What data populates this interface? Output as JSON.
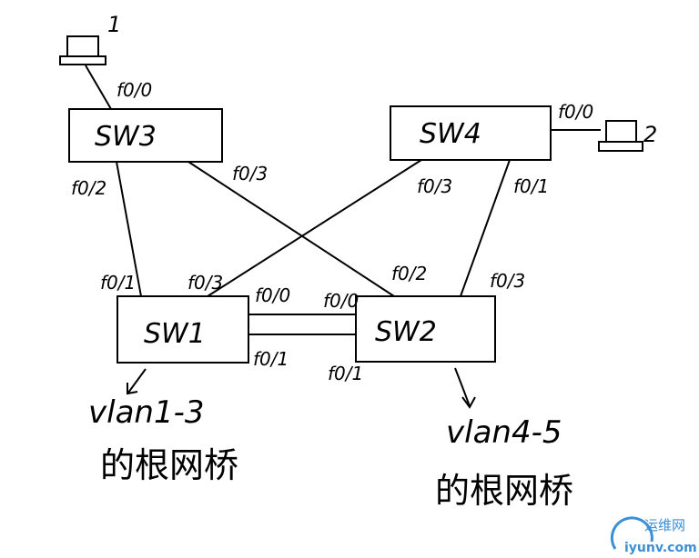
{
  "switches": {
    "sw3": "SW3",
    "sw4": "SW4",
    "sw1": "SW1",
    "sw2": "SW2"
  },
  "hosts": {
    "h1": "1",
    "h2": "2"
  },
  "ports": {
    "sw3_host": "f0/0",
    "sw3_sw1": "f0/2",
    "sw3_sw2": "f0/3",
    "sw4_host": "f0/0",
    "sw4_sw1": "f0/3",
    "sw4_sw2": "f0/1",
    "sw1_sw3": "f0/1",
    "sw1_sw4": "f0/3",
    "sw1_top": "f0/0",
    "sw1_bot": "f0/1",
    "sw2_top": "f0/0",
    "sw2_bot": "f0/1",
    "sw2_sw3": "f0/2",
    "sw2_sw4": "f0/3"
  },
  "notes": {
    "left_vlan": "vlan1-3",
    "left_cn": "的根网桥",
    "right_vlan": "vlan4-5",
    "right_cn": "的根网桥"
  },
  "watermark": {
    "cn": "运维网",
    "url": "iyunv.com",
    "color": "#3a8fd6"
  }
}
